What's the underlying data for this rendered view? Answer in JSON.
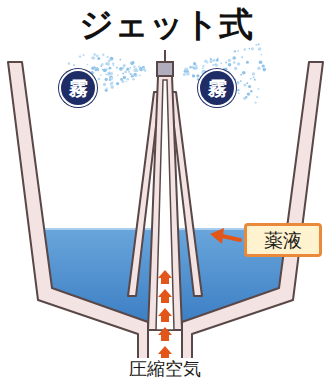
{
  "diagram": {
    "title": "ジェット式",
    "nodes": [
      {
        "text": [
          "霧"
        ]
      },
      {
        "text": [
          "霧"
        ]
      },
      {
        "text": [
          "薬液"
        ]
      }
    ],
    "labels": [
      "圧縮空気"
    ]
  }
}
